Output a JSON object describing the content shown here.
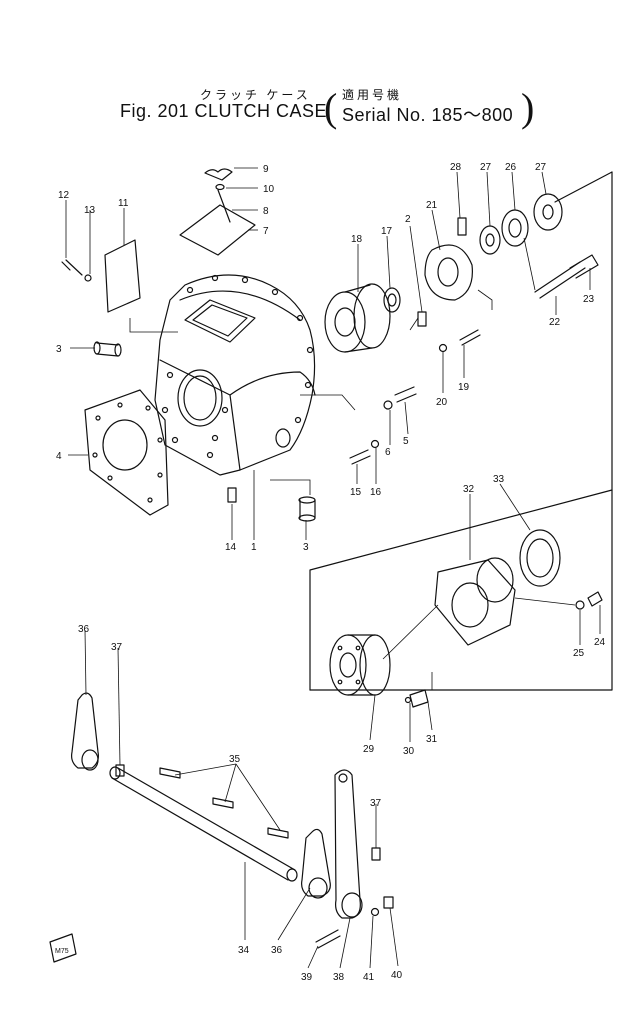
{
  "header": {
    "title_jp": "クラッチ ケース",
    "applicable_jp": "適用号機",
    "title_en": "Fig. 201 CLUTCH CASE",
    "serial": "Serial No. 185～800",
    "paren_open": "(",
    "paren_close": ")"
  },
  "callouts": [
    "9",
    "10",
    "8",
    "7",
    "12",
    "13",
    "11",
    "3",
    "4",
    "1",
    "14",
    "3",
    "18",
    "17",
    "2",
    "21",
    "28",
    "27",
    "26",
    "27",
    "22",
    "23",
    "19",
    "20",
    "5",
    "6",
    "15",
    "16",
    "33",
    "32",
    "24",
    "25",
    "29",
    "30",
    "31",
    "36",
    "37",
    "35",
    "37",
    "34",
    "36",
    "39",
    "38",
    "41",
    "40"
  ],
  "stamp_text": "M75"
}
